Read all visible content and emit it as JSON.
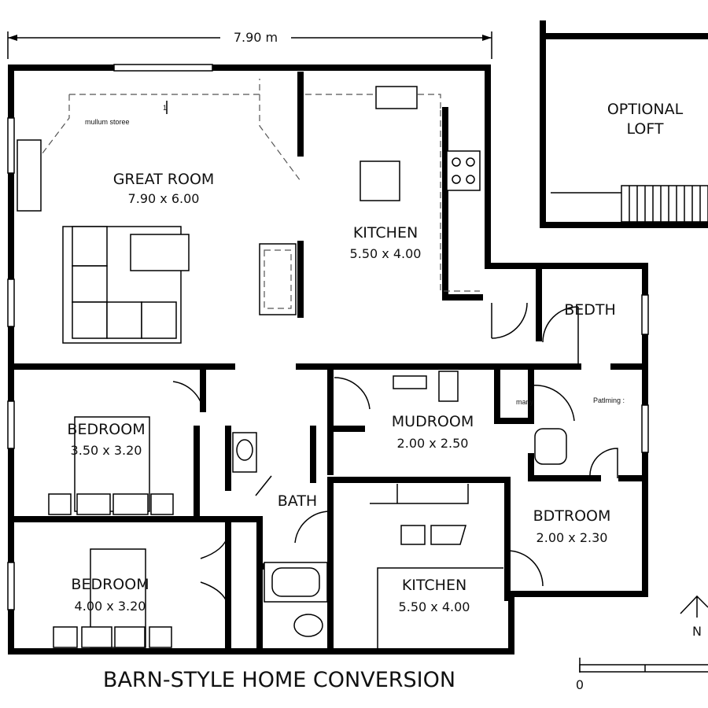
{
  "title": "BARN-STYLE HOME CONVERSION",
  "overall_dimension": "7.90 m",
  "rooms": [
    {
      "name": "GREAT ROOM",
      "size": "7.90 x 6.00"
    },
    {
      "name": "KITCHEN",
      "size": "5.50 x 4.00"
    },
    {
      "name": "BEDTH",
      "size": ""
    },
    {
      "name": "BEDROOM",
      "size": "3.50 x 3.20"
    },
    {
      "name": "MUDROOM",
      "size": "2.00 x 2.50"
    },
    {
      "name": "BATH",
      "size": ""
    },
    {
      "name": "BDTROOM",
      "size": "2.00 x 2.30"
    },
    {
      "name": "BEDROOM",
      "size": "4.00 x 3.20"
    },
    {
      "name": "KITCHEN",
      "size": "5.50 x 4.00"
    }
  ],
  "loft": {
    "line1": "OPTIONAL",
    "line2": "LOFT"
  },
  "notes": {
    "storage": "mullum storee",
    "stair_number": "1",
    "many": "many",
    "patlming": "Patlming :"
  },
  "north_label": "N",
  "scale_start": "0"
}
